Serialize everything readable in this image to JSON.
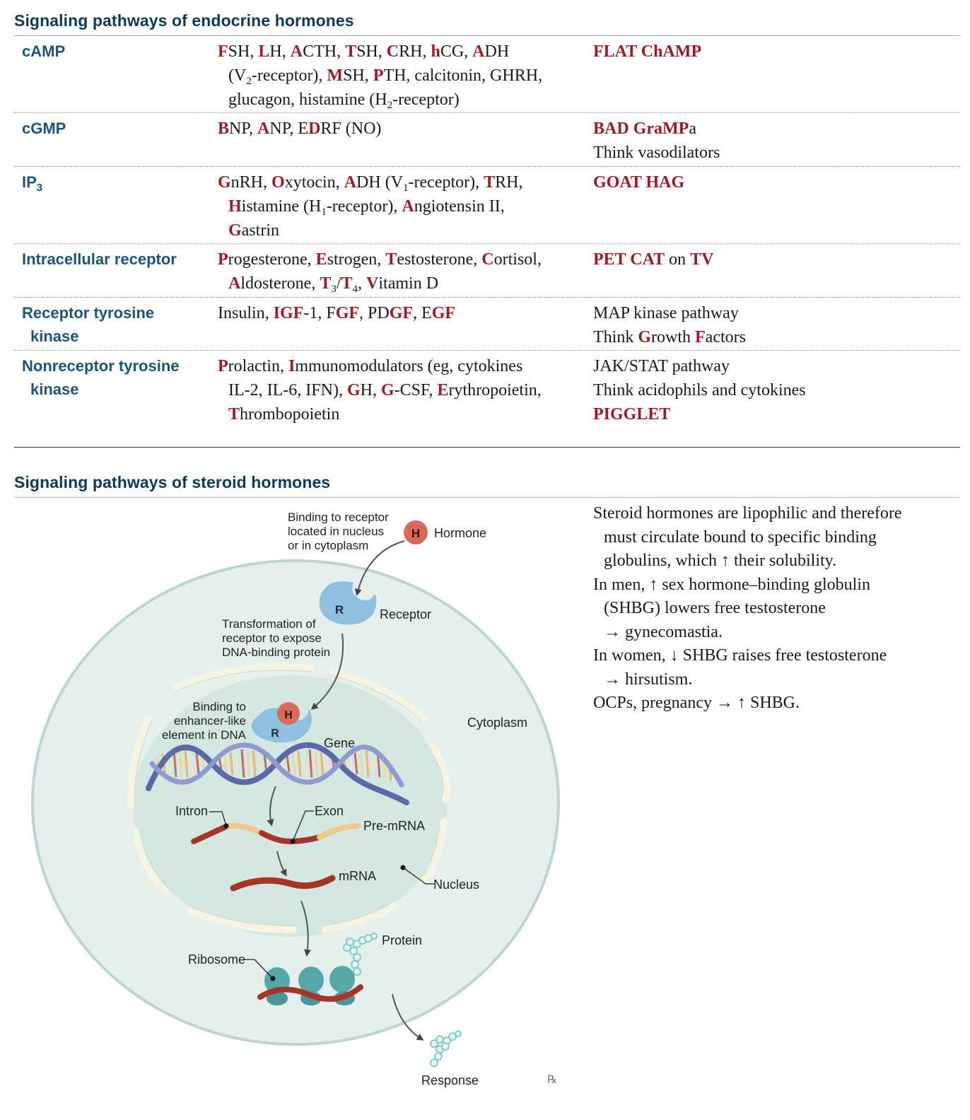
{
  "section1_title": "Signaling pathways of endocrine hormones",
  "rows": [
    {
      "label": [
        "cAMP"
      ],
      "hormones": [
        [
          [
            "F",
            "r"
          ],
          [
            "SH, "
          ],
          [
            "L",
            "r"
          ],
          [
            "H, "
          ],
          [
            "A",
            "r"
          ],
          [
            "CTH, "
          ],
          [
            "T",
            "r"
          ],
          [
            "SH, "
          ],
          [
            "C",
            "r"
          ],
          [
            "RH, "
          ],
          [
            "h",
            "r"
          ],
          [
            "CG, "
          ],
          [
            "A",
            "r"
          ],
          [
            "DH"
          ]
        ],
        [
          [
            "(V"
          ],
          [
            "2",
            "sub"
          ],
          [
            "-receptor), "
          ],
          [
            "M",
            "r"
          ],
          [
            "SH, "
          ],
          [
            "P",
            "r"
          ],
          [
            "TH, calcitonin, GHRH,"
          ]
        ],
        [
          [
            "glucagon, histamine (H"
          ],
          [
            "2",
            "sub"
          ],
          [
            "-receptor)"
          ]
        ]
      ],
      "notes": [
        [
          [
            "FLAT ChAMP",
            "r"
          ]
        ]
      ]
    },
    {
      "label": [
        "cGMP"
      ],
      "hormones": [
        [
          [
            "B",
            "r"
          ],
          [
            "NP, "
          ],
          [
            "A",
            "r"
          ],
          [
            "NP, E"
          ],
          [
            "D",
            "r"
          ],
          [
            "RF (NO)"
          ]
        ]
      ],
      "notes": [
        [
          [
            "BAD Gra",
            "r"
          ],
          [
            "M",
            "r"
          ],
          [
            "P",
            "r"
          ],
          [
            "a"
          ]
        ],
        [
          [
            "Think vasodilators"
          ]
        ]
      ]
    },
    {
      "label": [
        "IP",
        "3"
      ],
      "hormones": [
        [
          [
            "G",
            "r"
          ],
          [
            "nRH, "
          ],
          [
            "O",
            "r"
          ],
          [
            "xytocin, "
          ],
          [
            "A",
            "r"
          ],
          [
            "DH (V"
          ],
          [
            "1",
            "sub"
          ],
          [
            "-receptor), "
          ],
          [
            "T",
            "r"
          ],
          [
            "RH,"
          ]
        ],
        [
          [
            "H",
            "r"
          ],
          [
            "istamine (H"
          ],
          [
            "1",
            "sub"
          ],
          [
            "-receptor), "
          ],
          [
            "A",
            "r"
          ],
          [
            "ngiotensin II,"
          ]
        ],
        [
          [
            "G",
            "r"
          ],
          [
            "astrin"
          ]
        ]
      ],
      "notes": [
        [
          [
            "GOAT HAG",
            "r"
          ]
        ]
      ]
    },
    {
      "label": [
        "Intracellular receptor"
      ],
      "hormones": [
        [
          [
            "P",
            "r"
          ],
          [
            "rogesterone, "
          ],
          [
            "E",
            "r"
          ],
          [
            "strogen, "
          ],
          [
            "T",
            "r"
          ],
          [
            "estosterone, "
          ],
          [
            "C",
            "r"
          ],
          [
            "ortisol,"
          ]
        ],
        [
          [
            "A",
            "r"
          ],
          [
            "ldosterone, "
          ],
          [
            "T",
            "r"
          ],
          [
            "3",
            "sub"
          ],
          [
            "/"
          ],
          [
            "T",
            "r"
          ],
          [
            "4",
            "sub"
          ],
          [
            ", "
          ],
          [
            "V",
            "r"
          ],
          [
            "itamin D"
          ]
        ]
      ],
      "notes": [
        [
          [
            "PET CAT",
            "r"
          ],
          [
            " on "
          ],
          [
            "TV",
            "r"
          ]
        ]
      ]
    },
    {
      "label": [
        "Receptor tyrosine",
        "kinase"
      ],
      "hormones": [
        [
          [
            "Insulin, "
          ],
          [
            "IGF",
            "r"
          ],
          [
            "-1, F"
          ],
          [
            "GF",
            "r"
          ],
          [
            ", PD"
          ],
          [
            "GF",
            "r"
          ],
          [
            ", E"
          ],
          [
            "GF",
            "r"
          ]
        ]
      ],
      "notes": [
        [
          [
            "MAP kinase pathway"
          ]
        ],
        [
          [
            "Think "
          ],
          [
            "G",
            "r"
          ],
          [
            "rowth "
          ],
          [
            "F",
            "r"
          ],
          [
            "actors"
          ]
        ]
      ]
    },
    {
      "label": [
        "Nonreceptor tyrosine",
        "kinase"
      ],
      "hormones": [
        [
          [
            "P",
            "r"
          ],
          [
            "rolactin, "
          ],
          [
            "I",
            "r"
          ],
          [
            "mmunomodulators (eg, cytokines"
          ]
        ],
        [
          [
            "IL-2, IL-6, IFN), "
          ],
          [
            "G",
            "r"
          ],
          [
            "H, "
          ],
          [
            "G",
            "r"
          ],
          [
            "-CSF, "
          ],
          [
            "E",
            "r"
          ],
          [
            "rythropoietin,"
          ]
        ],
        [
          [
            "T",
            "r"
          ],
          [
            "hrombopoietin"
          ]
        ]
      ],
      "notes": [
        [
          [
            "JAK/STAT pathway"
          ]
        ],
        [
          [
            "Think acidophils and cytokines"
          ]
        ],
        [
          [
            "PIGGLET",
            "r"
          ]
        ]
      ]
    }
  ],
  "section2_title": "Signaling pathways of steroid hormones",
  "steroid_text": [
    {
      "lines": [
        "Steroid hormones are lipophilic and therefore",
        "must circulate bound to specific binding",
        "globulins, which ↑ their solubility."
      ]
    },
    {
      "lines": [
        "In men, ↑ sex hormone–binding globulin",
        "(SHBG) lowers free testosterone",
        "→ gynecomastia."
      ]
    },
    {
      "lines": [
        "In women, ↓ SHBG raises free testosterone",
        "→ hirsutism."
      ]
    },
    {
      "lines": [
        "OCPs, pregnancy → ↑ SHBG."
      ]
    }
  ],
  "diagram": {
    "binding_receptor": [
      "Binding to receptor",
      "located in nucleus",
      "or in cytoplasm"
    ],
    "hormone_label": "Hormone",
    "hormone_letter": "H",
    "receptor_letter": "R",
    "receptor_label": "Receptor",
    "transformation": [
      "Transformation of",
      "receptor to expose",
      "DNA-binding protein"
    ],
    "binding_enhancer": [
      "Binding to",
      "enhancer-like",
      "element in DNA"
    ],
    "cytoplasm": "Cytoplasm",
    "gene": "Gene",
    "intron": "Intron",
    "exon": "Exon",
    "pre_mrna": "Pre-mRNA",
    "mrna": "mRNA",
    "nucleus": "Nucleus",
    "protein": "Protein",
    "ribosome": "Ribosome",
    "response": "Response",
    "logo": "℞"
  },
  "colors": {
    "accent_red": "#9e1b25",
    "header_blue": "#0e3a55",
    "label_blue": "#1c5575",
    "cell_fill": "#e3efee",
    "nucleus_fill": "#d3e7e3",
    "receptor_blue": "#8fc0de",
    "hormone_red": "#d86a5c",
    "rna_red": "#a83428",
    "ribosome_teal": "#55a7a8"
  }
}
